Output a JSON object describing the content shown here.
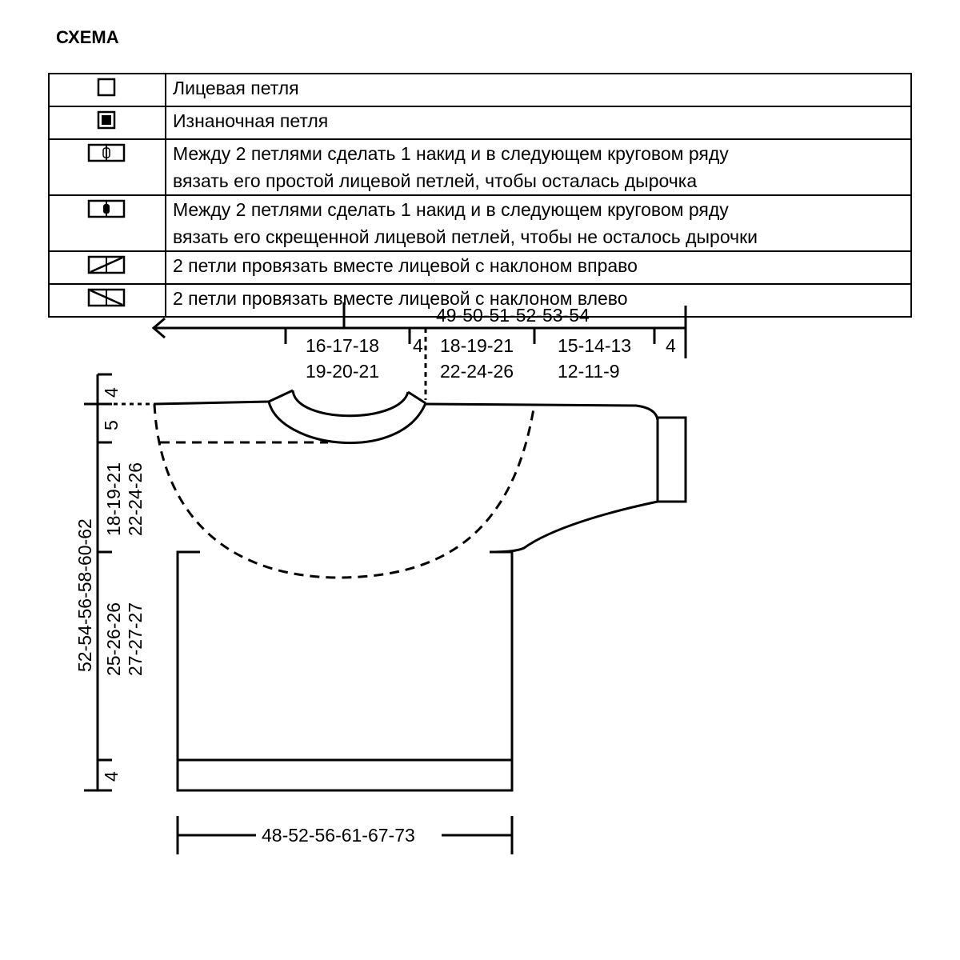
{
  "title": "СХЕМА",
  "legend": [
    {
      "icon": "knit-stitch-icon",
      "text": [
        "Лицевая петля"
      ]
    },
    {
      "icon": "purl-stitch-icon",
      "text": [
        "Изнаночная петля"
      ]
    },
    {
      "icon": "yarn-over-hole-icon",
      "text": [
        "Между 2 петлями сделать 1 накид и в следующем круговом ряду",
        "вязать его простой лицевой петлей, чтобы осталась дырочка"
      ]
    },
    {
      "icon": "yarn-over-twisted-icon",
      "text": [
        "Между 2 петлями сделать 1 накид и в следующем круговом ряду",
        "вязать его скрещенной лицевой петлей, чтобы не осталось дырочки"
      ]
    },
    {
      "icon": "k2tog-right-icon",
      "text": [
        "2 петли провязать вместе лицевой с наклоном вправо"
      ]
    },
    {
      "icon": "k2tog-left-icon",
      "text": [
        "2 петли провязать вместе лицевой с наклоном влево"
      ]
    }
  ],
  "measurements": {
    "top_total": "49-50-51-52-53-54",
    "neck_a": "16-17-18",
    "neck_b": "19-20-21",
    "gap_4": "4",
    "yoke_a": "18-19-21",
    "yoke_b": "22-24-26",
    "sleeve_a": "15-14-13",
    "sleeve_b": "12-11-9",
    "cuff_4": "4",
    "left_top_4": "4",
    "left_5": "5",
    "yoke_h_a": "18-19-21",
    "yoke_h_b": "22-24-26",
    "total_h": "52-54-56-58-60-62",
    "body_h_a": "25-26-26",
    "body_h_b": "27-27-27",
    "rib_4": "4",
    "width": "48-52-56-61-67-73"
  }
}
